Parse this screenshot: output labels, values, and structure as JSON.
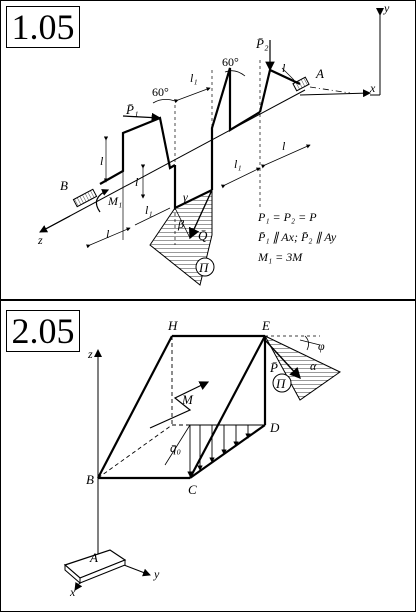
{
  "problems": [
    {
      "number": "1.05",
      "labels": {
        "y": "y",
        "x": "x",
        "z": "z",
        "A": "A",
        "B": "B",
        "M1": "M₁",
        "P1": "P̄₁",
        "P2": "P̄₂",
        "Q": "Q̄",
        "Pi": "Π",
        "gamma": "γ",
        "beta": "β",
        "angle1": "60°",
        "angle2": "60°",
        "l": "l",
        "l1": "l₁"
      },
      "conditions": [
        "P₁ = P₂ = P",
        "P̄₁ ∥ Ax;  P̄₂ ∥ Ay",
        "M₁ = 3M"
      ]
    },
    {
      "number": "2.05",
      "labels": {
        "H": "H",
        "E": "E",
        "D": "D",
        "C": "C",
        "B": "B",
        "A": "A",
        "z": "z",
        "y": "y",
        "x": "x",
        "M": "M",
        "q0": "q̄₀",
        "P": "P̄",
        "Pi": "Π",
        "phi": "φ",
        "alpha": "α"
      }
    }
  ]
}
